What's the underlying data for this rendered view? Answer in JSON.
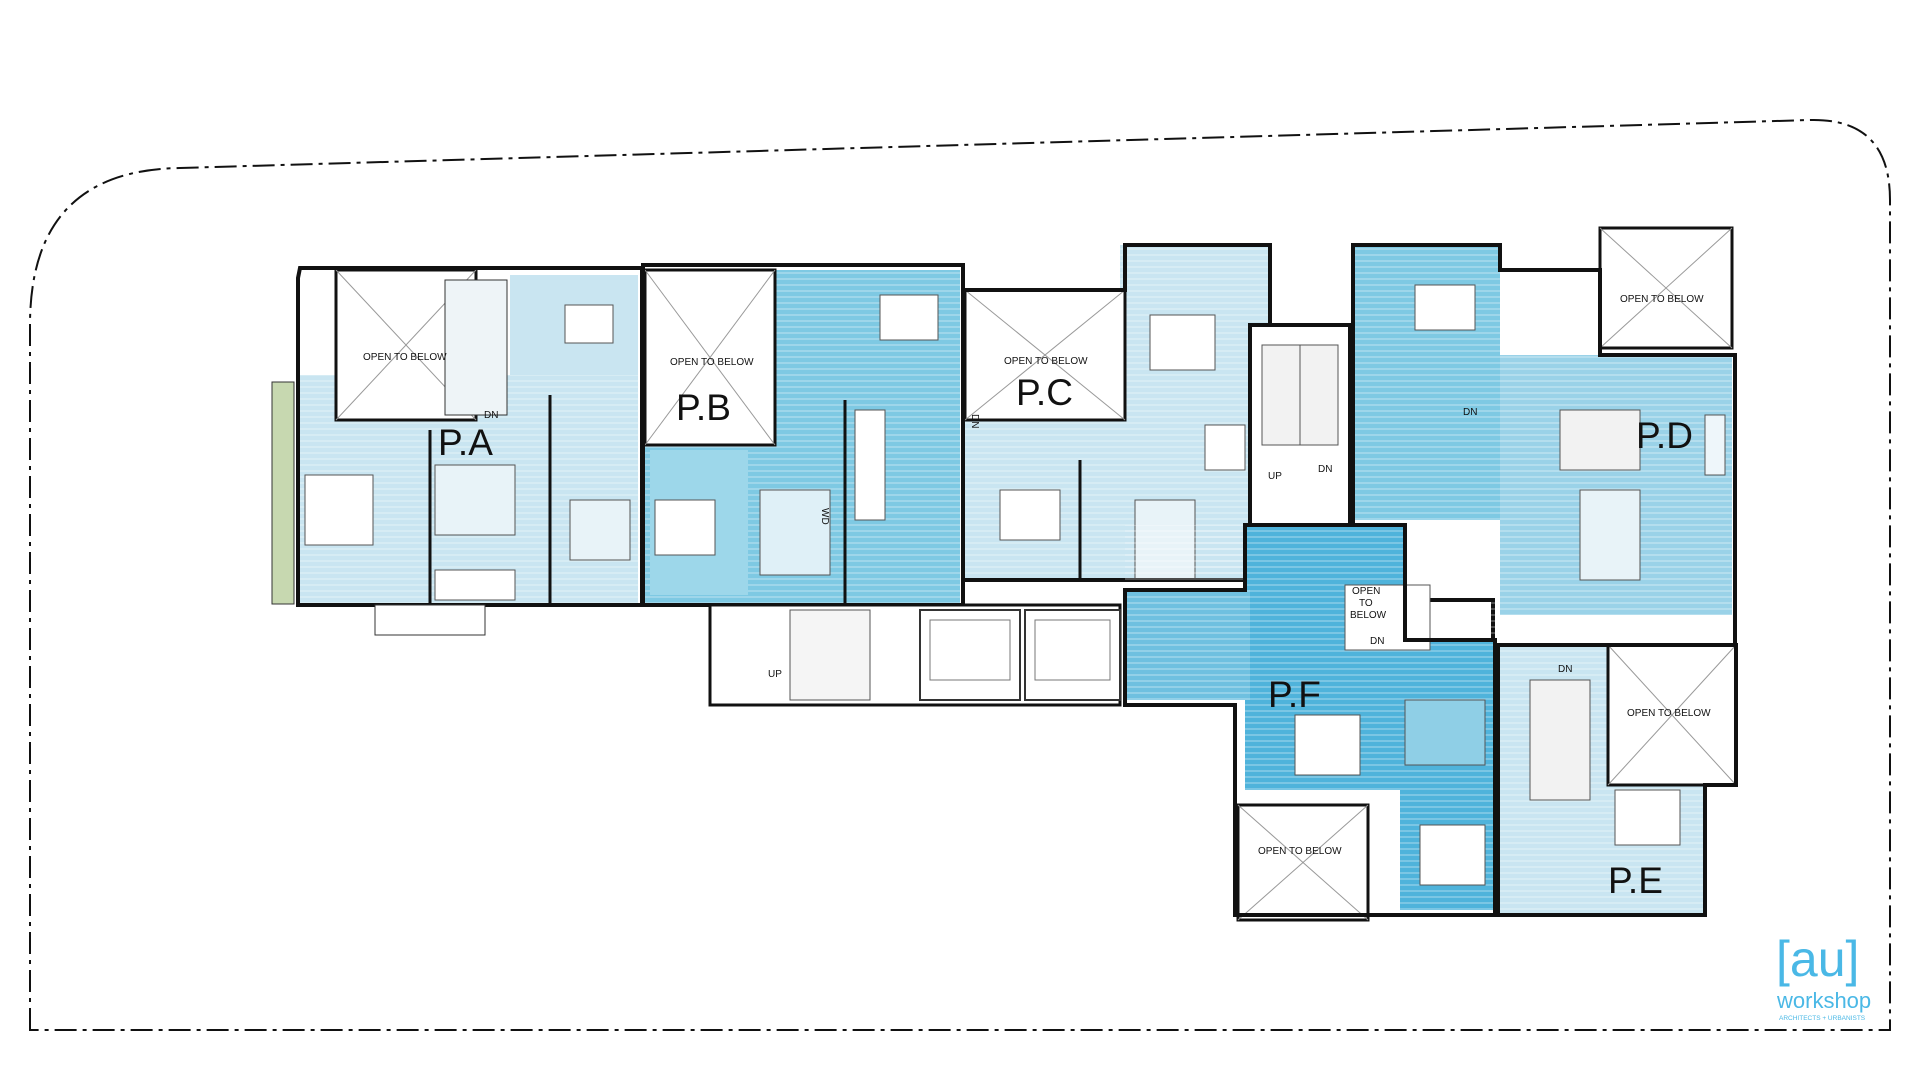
{
  "colors": {
    "light_blue": "#c9e5f1",
    "mid_blue": "#8fcfe6",
    "deep_blue": "#4fb3db",
    "wall": "#1a1a1a",
    "hatch": "#9fc4d3",
    "accent": "#4ab8e6"
  },
  "units": {
    "a": "P.A",
    "b": "P.B",
    "c": "P.C",
    "d": "P.D",
    "e": "P.E",
    "f": "P.F"
  },
  "open_to_below": {
    "a": "OPEN TO BELOW",
    "b": "OPEN TO BELOW",
    "c": "OPEN TO BELOW",
    "d1": "OPEN TO BELOW",
    "d2": "OPEN TO BELOW",
    "f": "OPEN TO BELOW",
    "center_l1": "OPEN",
    "center_l2": "TO",
    "center_l3": "BELOW"
  },
  "stair_labels": {
    "a_dn": "DN",
    "b_up": "UP",
    "core_up": "UP",
    "core_dn": "DN",
    "d_dn": "DN",
    "f_dn": "DN",
    "e_dn": "DN",
    "wd": "WD",
    "dn_side": "DN"
  },
  "logo": {
    "mark": "[au]",
    "name": "workshop",
    "tagline": "ARCHITECTS + URBANISTS"
  }
}
